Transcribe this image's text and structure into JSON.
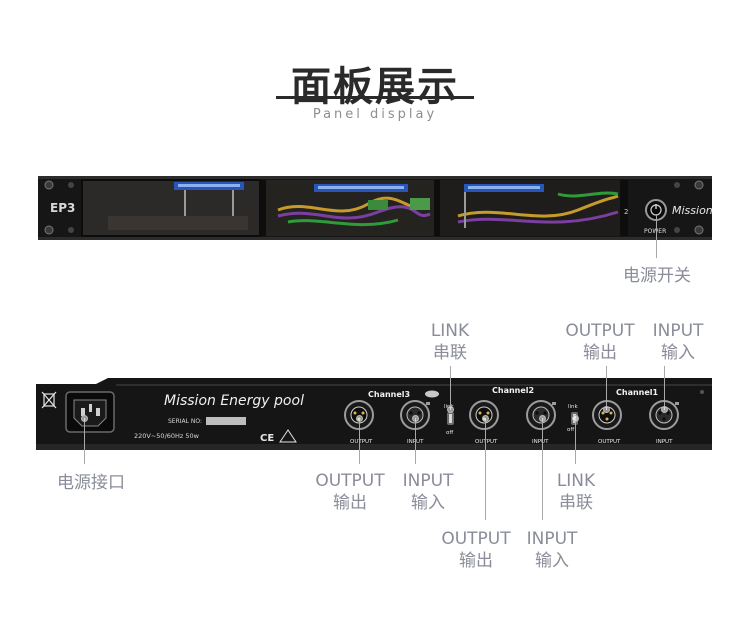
{
  "header": {
    "title": "面板展示",
    "subtitle": "Panel display"
  },
  "front_panel": {
    "brand_mark": "EP3",
    "model_text": "Mission",
    "power_label": "POWER",
    "slot_number": "2"
  },
  "rear_panel": {
    "brand_text": "Mission Energy pool",
    "serial_label": "SERIAL NO:",
    "power_spec": "220V~50/60Hz  50w",
    "ce_mark": "CE",
    "channels": [
      {
        "name": "Channel3",
        "output": "OUTPUT",
        "input": "INPUT"
      },
      {
        "name": "Channel2",
        "output": "OUTPUT",
        "input": "INPUT"
      },
      {
        "name": "Channel1",
        "output": "OUTPUT",
        "input": "INPUT"
      }
    ],
    "link_switches": [
      {
        "top": "link",
        "bottom": "off"
      },
      {
        "top": "link",
        "bottom": "off"
      }
    ]
  },
  "callouts": {
    "power_switch": "电源开关",
    "link_top": {
      "en": "LINK",
      "zh": "串联"
    },
    "output_top": {
      "en": "OUTPUT",
      "zh": "输出"
    },
    "input_top": {
      "en": "INPUT",
      "zh": "输入"
    },
    "power_socket": "电源接口",
    "output_ch3": {
      "en": "OUTPUT",
      "zh": "输出"
    },
    "input_ch3": {
      "en": "INPUT",
      "zh": "输入"
    },
    "output_ch2": {
      "en": "OUTPUT",
      "zh": "输出"
    },
    "input_ch2": {
      "en": "INPUT",
      "zh": "输入"
    },
    "link_bottom": {
      "en": "LINK",
      "zh": "串联"
    }
  }
}
